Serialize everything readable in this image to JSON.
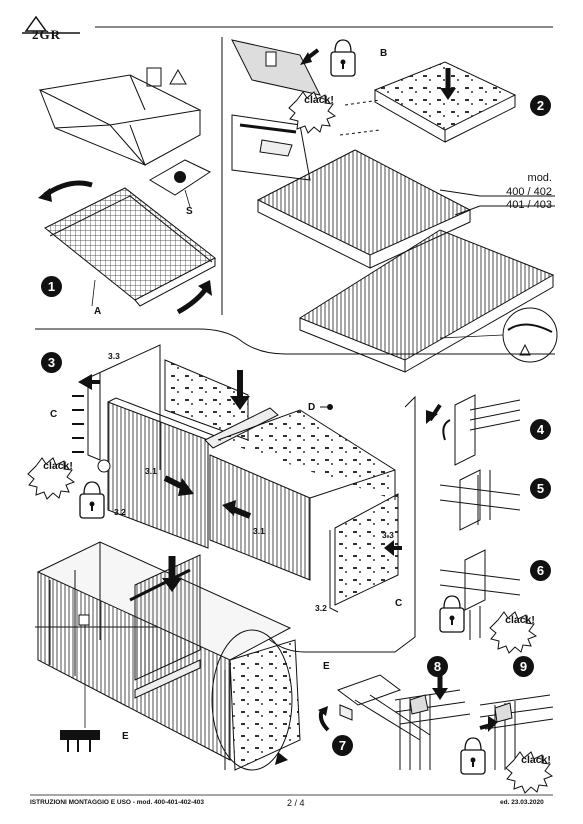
{
  "logo": {
    "text": "2GR"
  },
  "steps": {
    "s1": "1",
    "s2": "2",
    "s3": "3",
    "s4": "4",
    "s5": "5",
    "s6": "6",
    "s7": "7",
    "s8": "8",
    "s9": "9"
  },
  "labels": {
    "a": "A",
    "b": "B",
    "s": "S",
    "c_left": "C",
    "c_right": "C",
    "d": "D",
    "e_left": "E",
    "e_right": "E",
    "sub_3_3_left": "3.3",
    "sub_3_1_left": "3.1",
    "sub_3_2_left": "3.2",
    "sub_3_1_right": "3.1",
    "sub_3_3_right": "3.3",
    "sub_3_2_right": "3.2"
  },
  "models": {
    "mod": "mod.",
    "m1": "400 / 402",
    "m2": "401 / 403"
  },
  "clack": {
    "c1": "clack!",
    "c2": "clack!",
    "c3": "clack!",
    "c4": "clack!"
  },
  "footer": {
    "left": "ISTRUZIONI MONTAGGIO E USO - mod. 400-401-402-403",
    "page": "2 / 4",
    "right": "ed. 23.03.2020"
  }
}
